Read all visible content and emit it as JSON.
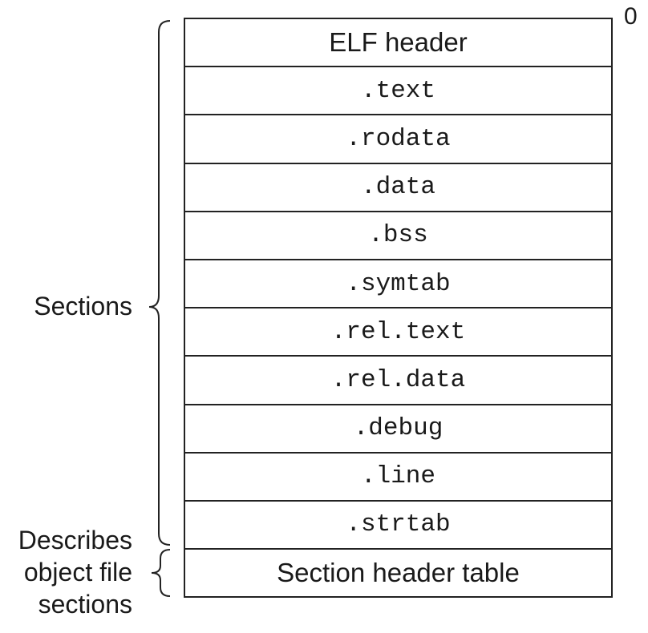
{
  "offset_label": "0",
  "rows": [
    {
      "label": "ELF header",
      "font": "sans"
    },
    {
      "label": ".text",
      "font": "mono"
    },
    {
      "label": ".rodata",
      "font": "mono"
    },
    {
      "label": ".data",
      "font": "mono"
    },
    {
      "label": ".bss",
      "font": "mono"
    },
    {
      "label": ".symtab",
      "font": "mono"
    },
    {
      "label": ".rel.text",
      "font": "mono"
    },
    {
      "label": ".rel.data",
      "font": "mono"
    },
    {
      "label": ".debug",
      "font": "mono"
    },
    {
      "label": ".line",
      "font": "mono"
    },
    {
      "label": ".strtab",
      "font": "mono"
    },
    {
      "label": "Section header table",
      "font": "sans"
    }
  ],
  "brace_labels": {
    "sections": "Sections",
    "describes": [
      "Describes",
      "object file",
      "sections"
    ]
  }
}
